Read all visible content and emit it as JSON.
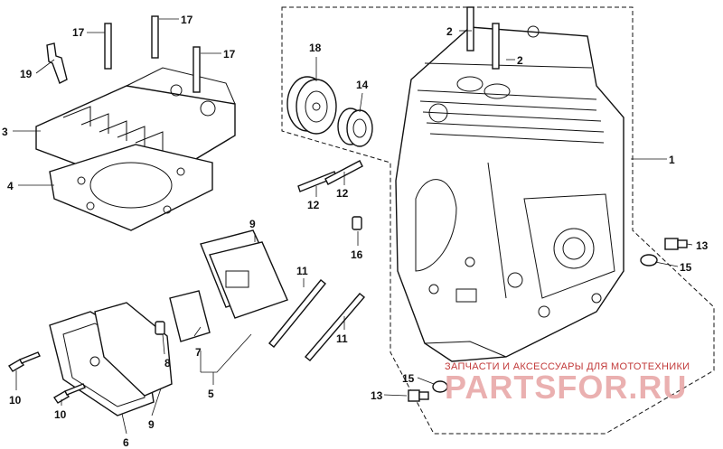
{
  "labels": {
    "p1": "1",
    "p2a": "2",
    "p2b": "2",
    "p3": "3",
    "p4": "4",
    "p5": "5",
    "p6": "6",
    "p7": "7",
    "p8": "8",
    "p9a": "9",
    "p9b": "9",
    "p10a": "10",
    "p10b": "10",
    "p11a": "11",
    "p11b": "11",
    "p12a": "12",
    "p12b": "12",
    "p13a": "13",
    "p13b": "13",
    "p14": "14",
    "p15a": "15",
    "p15b": "15",
    "p16": "16",
    "p17a": "17",
    "p17b": "17",
    "p17c": "17",
    "p18": "18",
    "p19": "19"
  },
  "watermark": {
    "caption": "ЗАПЧАСТИ И АКСЕССУАРЫ ДЛЯ МОТОТЕХНИКИ",
    "brand_left": "PARTS",
    "brand_right": "FOR.RU"
  },
  "colors": {
    "ink": "#111111",
    "watermark_red": "#c23a3a",
    "watermark_pink": "#e7a3a3"
  }
}
